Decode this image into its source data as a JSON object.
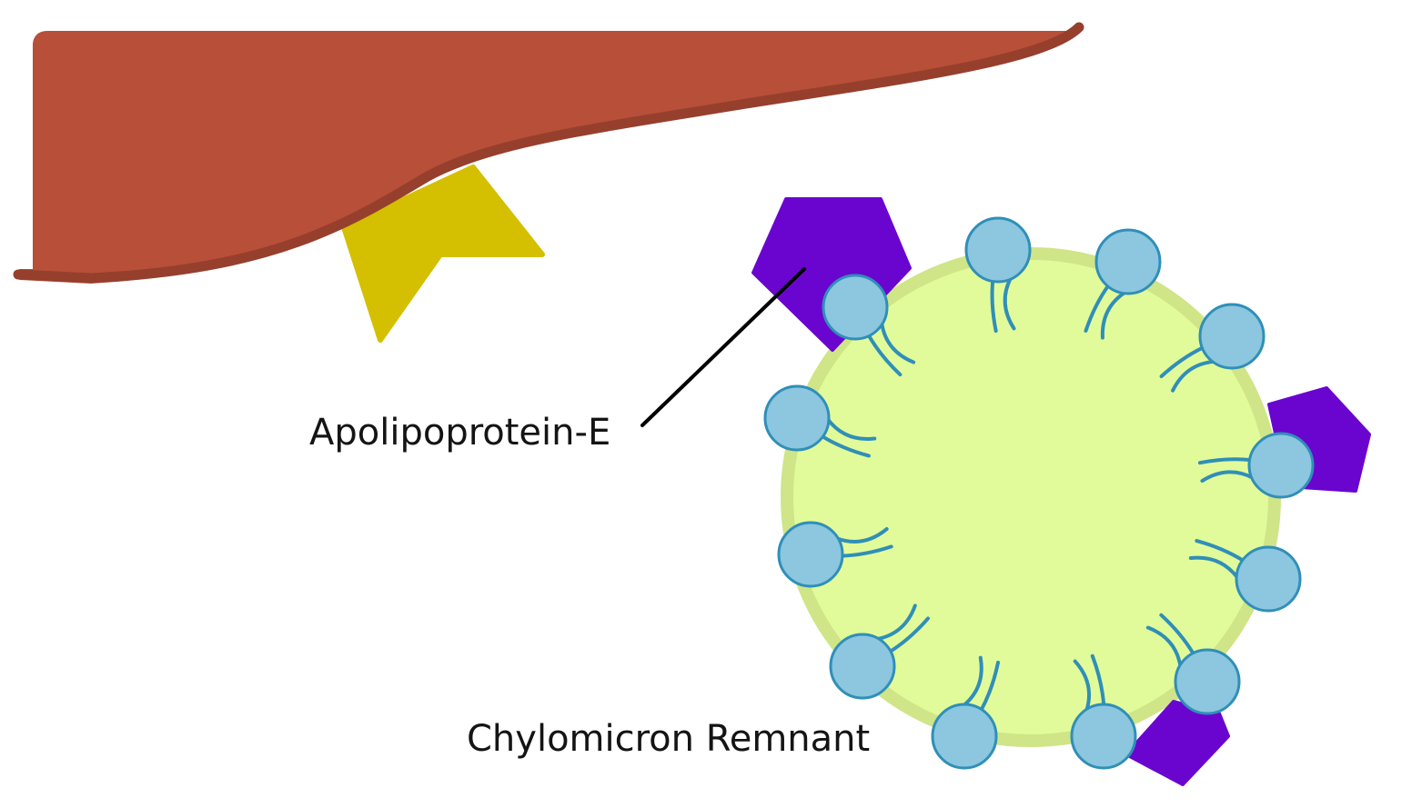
{
  "labels": {
    "apoe": "Apolipoprotein-E",
    "remnant": "Chylomicron Remnant"
  },
  "colors": {
    "liver_cell": "#b84f38",
    "liver_edge": "#963f2d",
    "receptor": "#d4bf00",
    "apoe": "#6a05cf",
    "core": "#e2fb9a",
    "core_rim": "#cfe587",
    "phospholipid_head": "#8cc6df",
    "phospholipid_outline": "#2f8fb8",
    "phospholipid_tail": "#2f8fb8",
    "leader_line": "#000000"
  },
  "icons": {
    "cell": "liver-cell-membrane",
    "receptor": "lrp-receptor-star",
    "particle": "chylomicron-remnant-sphere"
  }
}
